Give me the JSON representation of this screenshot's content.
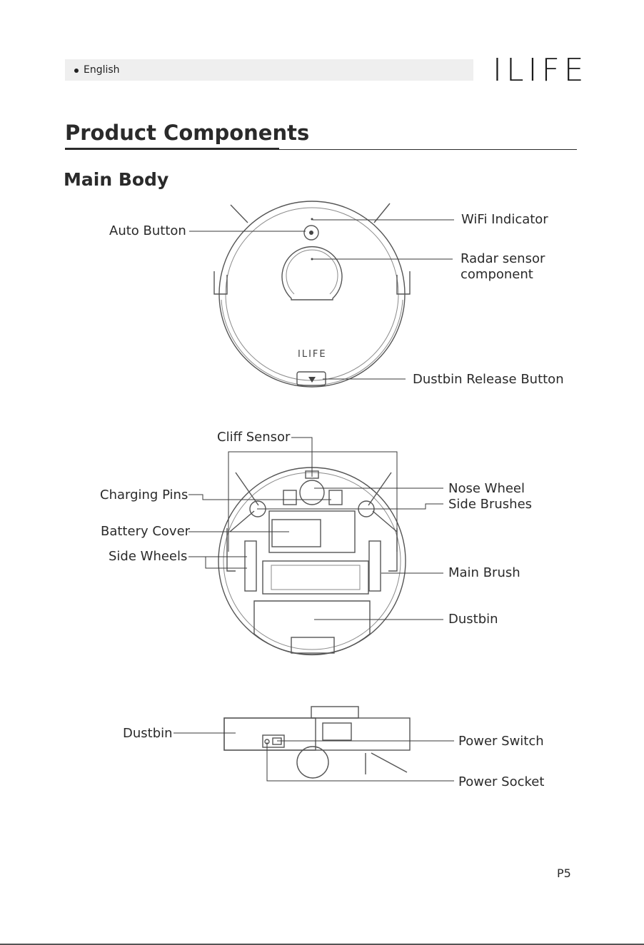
{
  "header": {
    "language": "English",
    "logo_text": "ILIFE"
  },
  "page_title": "Product Components",
  "section_title": "Main Body",
  "top_view": {
    "logo_on_robot": "ILIFE",
    "labels": {
      "auto_button": "Auto Button",
      "wifi_indicator": "WiFi Indicator",
      "radar_sensor_line1": "Radar sensor",
      "radar_sensor_line2": "component",
      "dustbin_release_button": "Dustbin Release Button"
    }
  },
  "bottom_view": {
    "labels": {
      "cliff_sensor": "Cliff Sensor",
      "charging_pins": "Charging Pins",
      "battery_cover": "Battery Cover",
      "side_wheels": "Side Wheels",
      "nose_wheel": "Nose Wheel",
      "side_brushes": "Side Brushes",
      "main_brush": "Main Brush",
      "dustbin": "Dustbin"
    }
  },
  "side_view": {
    "labels": {
      "dustbin": "Dustbin",
      "power_switch": "Power Switch",
      "power_socket": "Power Socket"
    }
  },
  "footer": {
    "page_number": "P5"
  }
}
